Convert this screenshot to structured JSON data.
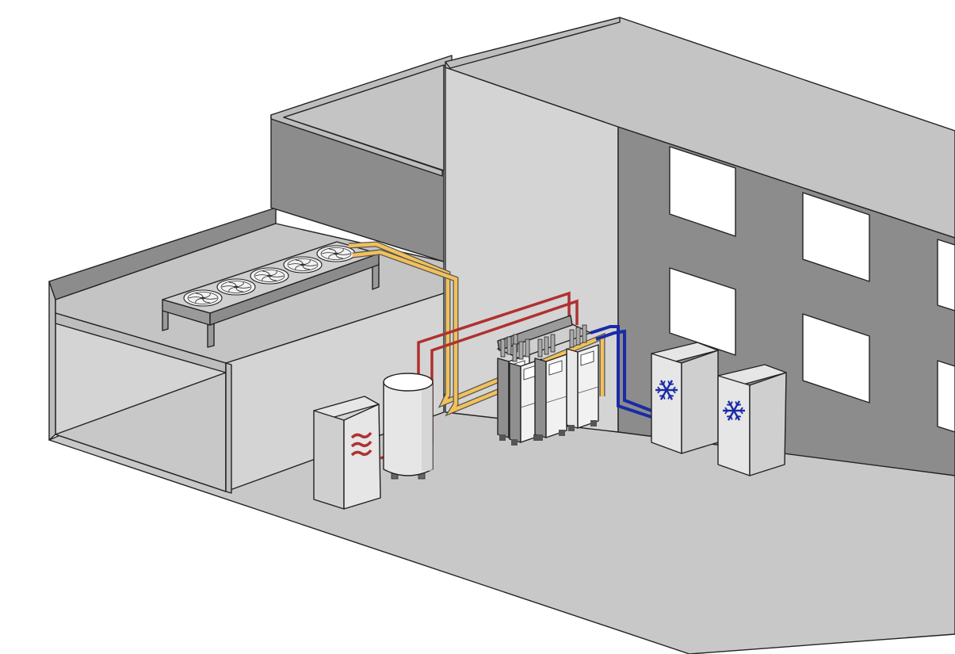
{
  "colors": {
    "background": "#ffffff",
    "floor": "#c8c8c8",
    "wall_light": "#d4d4d4",
    "wall_mid": "#bdbdbd",
    "wall_dark": "#8c8c8c",
    "roof_top": "#c4c4c4",
    "window": "#ffffff",
    "pipe_hot": "#b03030",
    "pipe_cold": "#1a2aa8",
    "pipe_refrigerant": "#f2c15a",
    "equipment_light": "#e6e6e6",
    "equipment_mid": "#cfcfcf",
    "equipment_dark": "#9a9a9a",
    "snowflake": "#1a2aa8",
    "heat_symbol": "#b03030"
  },
  "components": [
    {
      "name": "dry-cooler",
      "icon": "fan-icon",
      "fan_count": 5
    },
    {
      "name": "heat-pump-unit",
      "icon": "heat-waves-icon"
    },
    {
      "name": "buffer-tank"
    },
    {
      "name": "boiler-cascade",
      "unit_count": 4
    },
    {
      "name": "cooling-unit-1",
      "icon": "snowflake-icon"
    },
    {
      "name": "cooling-unit-2",
      "icon": "snowflake-icon"
    }
  ]
}
